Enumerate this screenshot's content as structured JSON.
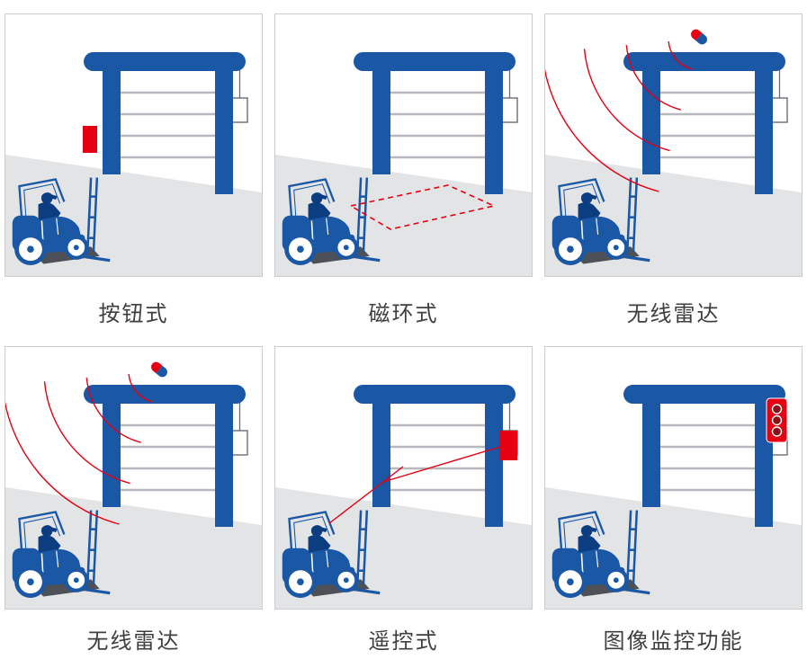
{
  "colors": {
    "blue": "#1a57a5",
    "navy": "#0c3d80",
    "red": "#e60012",
    "floor": "#e3e4e6",
    "curtain": "#b6b9be",
    "wire": "#6a6e74",
    "shadow": "#4d5157",
    "tl_dot": "#8e1014",
    "panel_border": "#caccd0",
    "label": "#3f3f41"
  },
  "panels": [
    {
      "label": "按钮式",
      "icon": "push-button-icon"
    },
    {
      "label": "磁环式",
      "icon": "induction-loop-icon"
    },
    {
      "label": "无线雷达",
      "icon": "radar-waves-icon"
    },
    {
      "label": "无线雷达",
      "icon": "radar-waves-icon"
    },
    {
      "label": "遥控式",
      "icon": "remote-signal-icon"
    },
    {
      "label": "图像监控功能",
      "icon": "traffic-light-icon"
    }
  ]
}
